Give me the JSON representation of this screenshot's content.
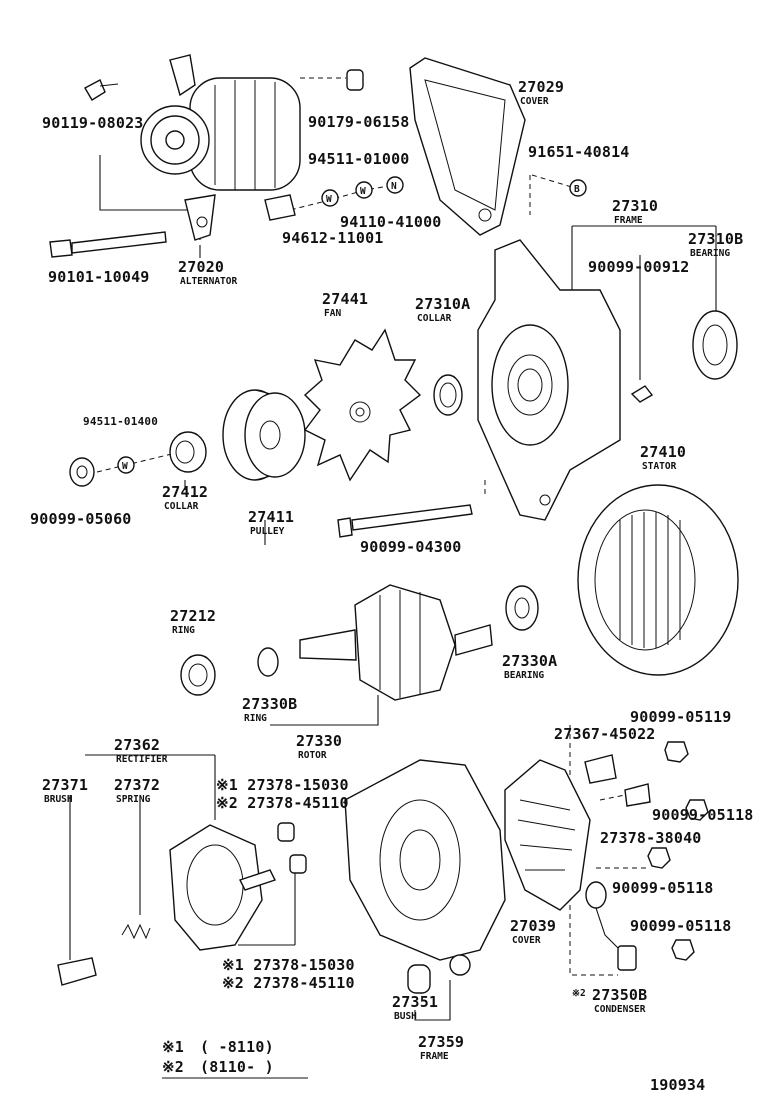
{
  "labels": [
    {
      "id": "lbl-90119-08023",
      "num": "90119-08023",
      "name": ""
    },
    {
      "id": "lbl-27020",
      "num": "27020",
      "name": "ALTERNATOR"
    },
    {
      "id": "lbl-90179-06158",
      "num": "90179-06158",
      "name": ""
    },
    {
      "id": "lbl-27029",
      "num": "27029",
      "name": "COVER"
    },
    {
      "id": "lbl-94511-01000",
      "num": "94511-01000",
      "name": ""
    },
    {
      "id": "lbl-91651-40814",
      "num": "91651-40814",
      "name": ""
    },
    {
      "id": "lbl-94110-41000",
      "num": "94110-41000",
      "name": ""
    },
    {
      "id": "lbl-94612-11001",
      "num": "94612-11001",
      "name": ""
    },
    {
      "id": "lbl-27310",
      "num": "27310",
      "name": "FRAME"
    },
    {
      "id": "lbl-27310B",
      "num": "27310B",
      "name": "BEARING"
    },
    {
      "id": "lbl-90101-10049",
      "num": "90101-10049",
      "name": ""
    },
    {
      "id": "lbl-90099-00912",
      "num": "90099-00912",
      "name": ""
    },
    {
      "id": "lbl-27441",
      "num": "27441",
      "name": "FAN"
    },
    {
      "id": "lbl-27310A",
      "num": "27310A",
      "name": "COLLAR"
    },
    {
      "id": "lbl-94511-01400",
      "num": "94511-01400",
      "name": ""
    },
    {
      "id": "lbl-27412",
      "num": "27412",
      "name": "COLLAR"
    },
    {
      "id": "lbl-90099-05060",
      "num": "90099-05060",
      "name": ""
    },
    {
      "id": "lbl-27411",
      "num": "27411",
      "name": "PULLEY"
    },
    {
      "id": "lbl-27410",
      "num": "27410",
      "name": "STATOR"
    },
    {
      "id": "lbl-90099-04300",
      "num": "90099-04300",
      "name": ""
    },
    {
      "id": "lbl-27212",
      "num": "27212",
      "name": "RING"
    },
    {
      "id": "lbl-27330A",
      "num": "27330A",
      "name": "BEARING"
    },
    {
      "id": "lbl-27330B",
      "num": "27330B",
      "name": "RING"
    },
    {
      "id": "lbl-27330",
      "num": "27330",
      "name": "ROTOR"
    },
    {
      "id": "lbl-90099-05119",
      "num": "90099-05119",
      "name": ""
    },
    {
      "id": "lbl-27362",
      "num": "27362",
      "name": "RECTIFIER"
    },
    {
      "id": "lbl-27367-45022",
      "num": "27367-45022",
      "name": ""
    },
    {
      "id": "lbl-27371",
      "num": "27371",
      "name": "BRUSH"
    },
    {
      "id": "lbl-27372",
      "num": "27372",
      "name": "SPRING"
    },
    {
      "id": "lbl-27378-15030-a",
      "num": "※1 27378-15030",
      "name": ""
    },
    {
      "id": "lbl-27378-45110-a",
      "num": "※2 27378-45110",
      "name": ""
    },
    {
      "id": "lbl-90099-05118-a",
      "num": "90099-05118",
      "name": ""
    },
    {
      "id": "lbl-27378-38040",
      "num": "27378-38040",
      "name": ""
    },
    {
      "id": "lbl-90099-05118-b",
      "num": "90099-05118",
      "name": ""
    },
    {
      "id": "lbl-27039",
      "num": "27039",
      "name": "COVER"
    },
    {
      "id": "lbl-90099-05118-c",
      "num": "90099-05118",
      "name": ""
    },
    {
      "id": "lbl-27378-15030-b",
      "num": "※1 27378-15030",
      "name": ""
    },
    {
      "id": "lbl-27378-45110-b",
      "num": "※2 27378-45110",
      "name": ""
    },
    {
      "id": "lbl-27351",
      "num": "27351",
      "name": "BUSH"
    },
    {
      "id": "lbl-27359",
      "num": "27359",
      "name": "FRAME"
    },
    {
      "id": "lbl-27350B",
      "num": "27350B",
      "name": "CONDENSER",
      "prefix": "※2"
    }
  ],
  "legend": [
    {
      "mark": "※1",
      "range": "(      -8110)"
    },
    {
      "mark": "※2",
      "range": "(8110-      )"
    }
  ],
  "washer_marks": {
    "w": "W",
    "n": "N",
    "b": "B"
  },
  "diagram_code": "190934"
}
